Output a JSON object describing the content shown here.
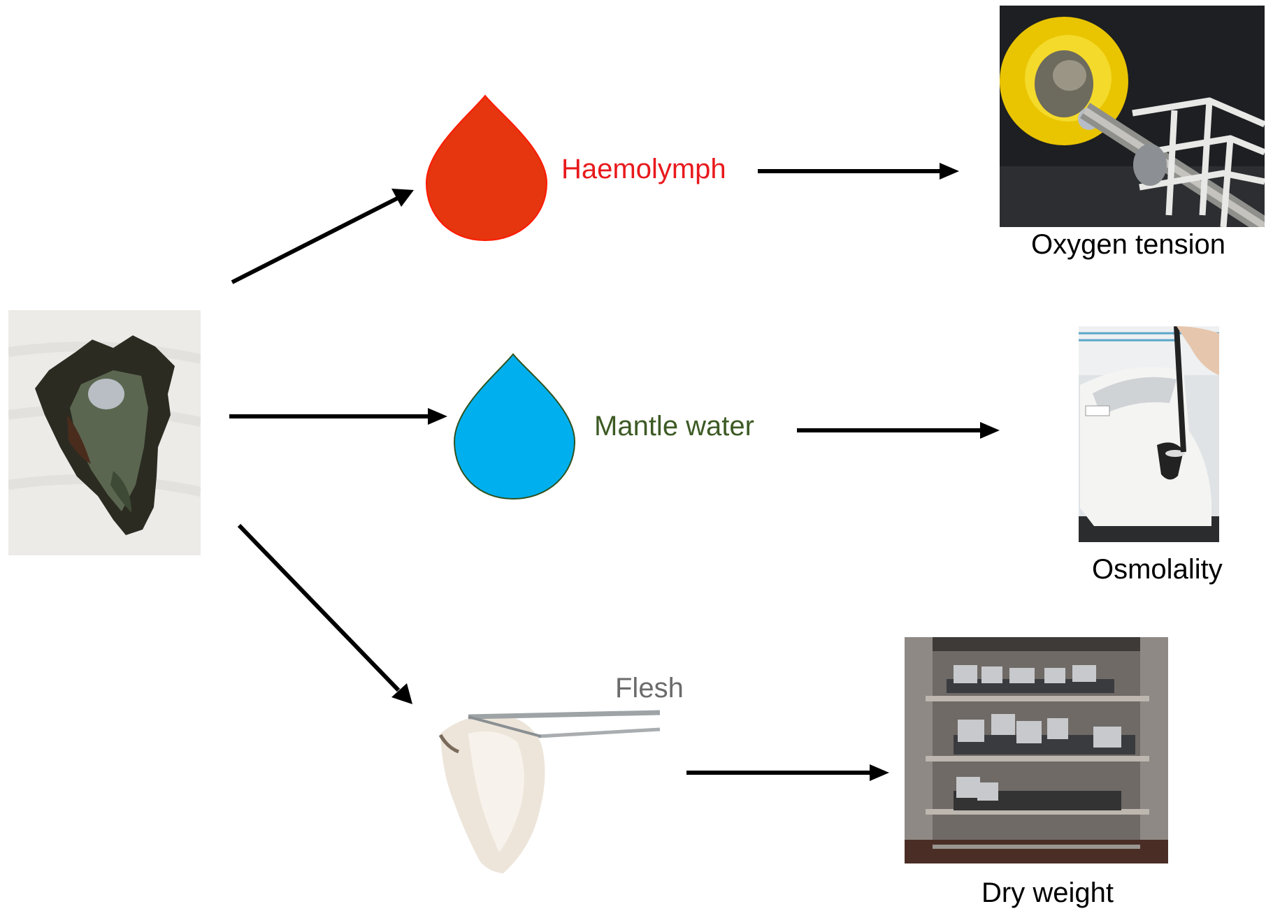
{
  "labels": {
    "haemolymph": "Haemolymph",
    "mantle_water": "Mantle water",
    "flesh": "Flesh",
    "oxygen_tension": "Oxygen tension",
    "osmolality": "Osmolality",
    "dry_weight": "Dry weight"
  },
  "colors": {
    "haemolymph_drop": "#e5360f",
    "haemolymph_text": "#e8191c",
    "mantle_drop": "#00b0ee",
    "mantle_text": "#3c5a24",
    "flesh_text": "#6b6b6b",
    "caption_text": "#000000",
    "arrow": "#000000"
  }
}
